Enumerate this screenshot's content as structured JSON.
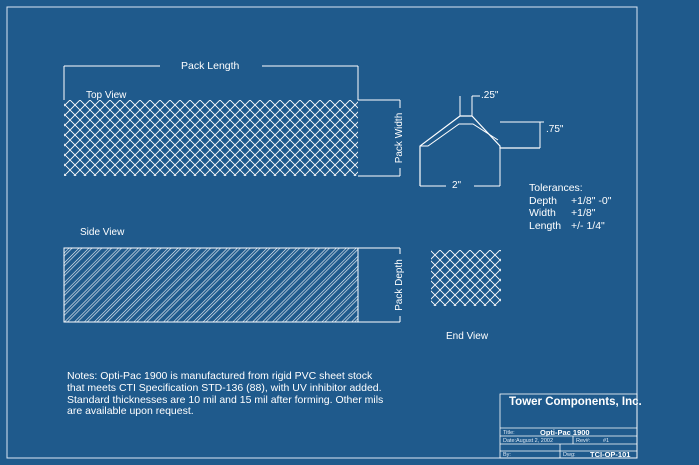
{
  "dimensions": {
    "pack_length": "Pack Length",
    "pack_width": "Pack Width",
    "pack_depth": "Pack Depth",
    "flute_top": ".25\"",
    "flute_height": ".75\"",
    "flute_pitch": "2\""
  },
  "views": {
    "top": "Top View",
    "side": "Side View",
    "end": "End View"
  },
  "tolerances": {
    "title": "Tolerances:",
    "rows": [
      {
        "label": "Depth",
        "value": "+1/8\"  -0\""
      },
      {
        "label": "Width",
        "value": "+1/8\""
      },
      {
        "label": "Length",
        "value": "+/- 1/4\""
      }
    ]
  },
  "notes": {
    "lines": [
      "Notes: Opti-Pac 1900 is manufactured from rigid PVC sheet stock",
      "that meets CTI Specification STD-136 (88), with UV inhibitor added.",
      "Standard thicknesses are 10 mil and 15 mil after forming. Other mils",
      "are available upon request."
    ]
  },
  "title_block": {
    "company": "Tower Components, Inc.",
    "title_label": "Title:",
    "title_value": "Opti-Pac 1900",
    "date_label": "Date:",
    "date_value": "August 2, 2002",
    "rev_label": "Rev#:",
    "rev_value": "#1",
    "by_label": "By:",
    "dwg_label": "Dwg:",
    "dwg_value": "TCI-OP-101"
  },
  "colors": {
    "background": "#1f5a8c",
    "lines": "#ffffff"
  }
}
